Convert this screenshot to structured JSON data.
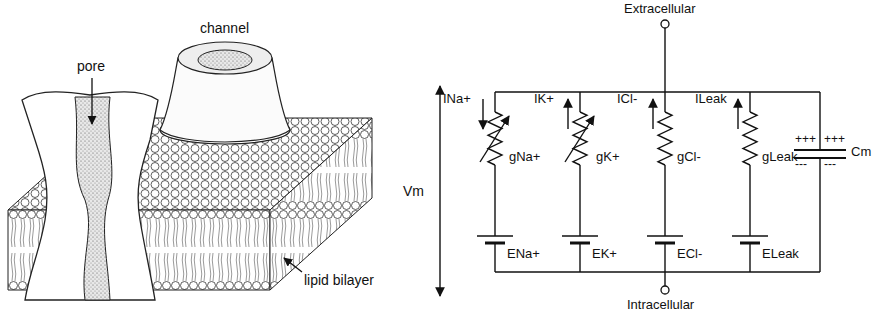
{
  "diagram": {
    "labels": [
      "pore",
      "channel",
      "lipid bilayer",
      "Extracellular",
      "Intracellular",
      "Vm",
      "INa+",
      "IK+",
      "ICl-",
      "ILeak",
      "gNa+",
      "gK+",
      "gCl-",
      "gLeak",
      "ENa+",
      "EK+",
      "ECl-",
      "ELeak",
      "+++",
      "+++",
      "---",
      "---",
      "Cm"
    ]
  }
}
